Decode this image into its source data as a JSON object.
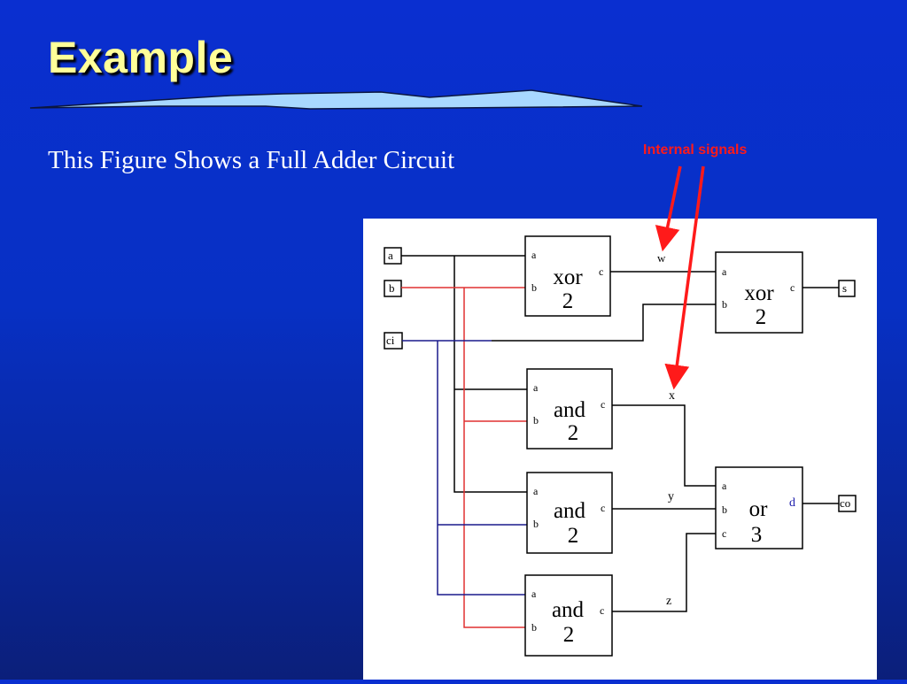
{
  "slide": {
    "title": "Example",
    "subtitle": "This Figure Shows a Full Adder Circuit",
    "annotation": "Internal signals"
  },
  "colors": {
    "title_text": "#ffff99",
    "annotation": "#ff1a1a",
    "wire_a": "#000000",
    "wire_b": "#e03030",
    "wire_ci": "#1a1a8c",
    "port_d": "#1a1aaa",
    "wave_fill": "#a8d8ff"
  },
  "circuit": {
    "inputs": [
      "a",
      "b",
      "ci"
    ],
    "outputs": [
      "s",
      "co"
    ],
    "signals": {
      "w": "w",
      "x": "x",
      "y": "y",
      "z": "z"
    },
    "gates": [
      {
        "id": "xor_1",
        "name": "xor",
        "count": "2",
        "in1": "a",
        "in2": "b",
        "out": "c"
      },
      {
        "id": "xor_2",
        "name": "xor",
        "count": "2",
        "in1": "a",
        "in2": "b",
        "out": "c"
      },
      {
        "id": "and_1",
        "name": "and",
        "count": "2",
        "in1": "a",
        "in2": "b",
        "out": "c"
      },
      {
        "id": "and_2",
        "name": "and",
        "count": "2",
        "in1": "a",
        "in2": "b",
        "out": "c"
      },
      {
        "id": "and_3",
        "name": "and",
        "count": "2",
        "in1": "a",
        "in2": "b",
        "out": "c"
      },
      {
        "id": "or_1",
        "name": "or",
        "count": "3",
        "in1": "a",
        "in2": "b",
        "in3": "c",
        "out": "d"
      }
    ]
  }
}
